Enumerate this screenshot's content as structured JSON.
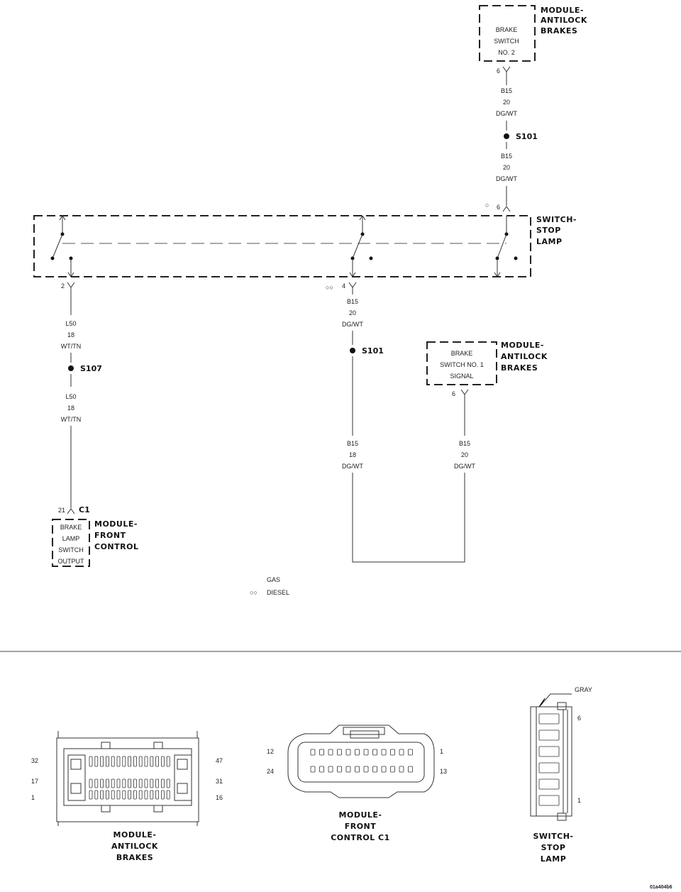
{
  "modules": {
    "abs_top": {
      "lines": [
        "MODULE-",
        "ANTILOCK",
        "BRAKES"
      ],
      "box": [
        "BRAKE",
        "SWITCH",
        "NO. 2"
      ],
      "pin": "6"
    },
    "stop_lamp": {
      "lines": [
        "SWITCH-",
        "STOP",
        "LAMP"
      ],
      "pin_top": "6",
      "pin_left": "2",
      "pin_mid": "4",
      "marker_top": "○",
      "marker_mid": "○○"
    },
    "abs_mid": {
      "lines": [
        "MODULE-",
        "ANTILOCK",
        "BRAKES"
      ],
      "box": [
        "BRAKE",
        "SWITCH NO. 1",
        "SIGNAL"
      ],
      "pin": "6"
    },
    "fcm": {
      "lines": [
        "MODULE-",
        "FRONT",
        "CONTROL"
      ],
      "box": [
        "BRAKE",
        "LAMP",
        "SWITCH",
        "OUTPUT"
      ],
      "pin": "21",
      "connector": "C1"
    }
  },
  "wires": {
    "w_top1": [
      "B15",
      "20",
      "DG/WT"
    ],
    "w_top2": [
      "B15",
      "20",
      "DG/WT"
    ],
    "w_l1": [
      "L50",
      "18",
      "WT/TN"
    ],
    "w_l2": [
      "L50",
      "18",
      "WT/TN"
    ],
    "w_m1": [
      "B15",
      "20",
      "DG/WT"
    ],
    "w_m2": [
      "B15",
      "18",
      "DG/WT"
    ],
    "w_r": [
      "B15",
      "20",
      "DG/WT"
    ]
  },
  "splices": {
    "s101_top": "S101",
    "s101_mid": "S101",
    "s107": "S107"
  },
  "legend": {
    "gas": "GAS",
    "diesel_marker": "○○",
    "diesel": "DIESEL"
  },
  "connectors": {
    "abs": {
      "title": [
        "MODULE-",
        "ANTILOCK",
        "BRAKES"
      ],
      "pins": [
        "32",
        "17",
        "1",
        "47",
        "31",
        "16"
      ]
    },
    "fcm": {
      "title": [
        "MODULE-",
        "FRONT",
        "CONTROL C1"
      ],
      "pins": [
        "12",
        "24",
        "1",
        "13"
      ]
    },
    "stop": {
      "title": [
        "SWITCH-",
        "STOP",
        "LAMP"
      ],
      "color": "GRAY",
      "pins": [
        "6",
        "1"
      ]
    }
  },
  "diagram_id": "01a404b6"
}
